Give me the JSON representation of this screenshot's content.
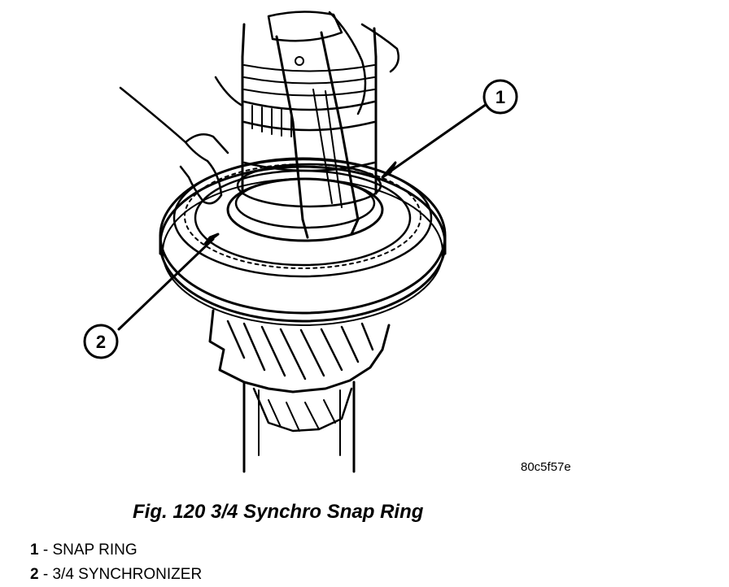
{
  "figure": {
    "code": "80c5f57e",
    "caption": "Fig. 120 3/4 Synchro Snap Ring"
  },
  "callouts": [
    {
      "number": "1"
    },
    {
      "number": "2"
    }
  ],
  "legend": [
    {
      "number": "1",
      "separator": " - ",
      "label": "SNAP RING"
    },
    {
      "number": "2",
      "separator": " - ",
      "label": "3/4 SYNCHRONIZER"
    }
  ]
}
